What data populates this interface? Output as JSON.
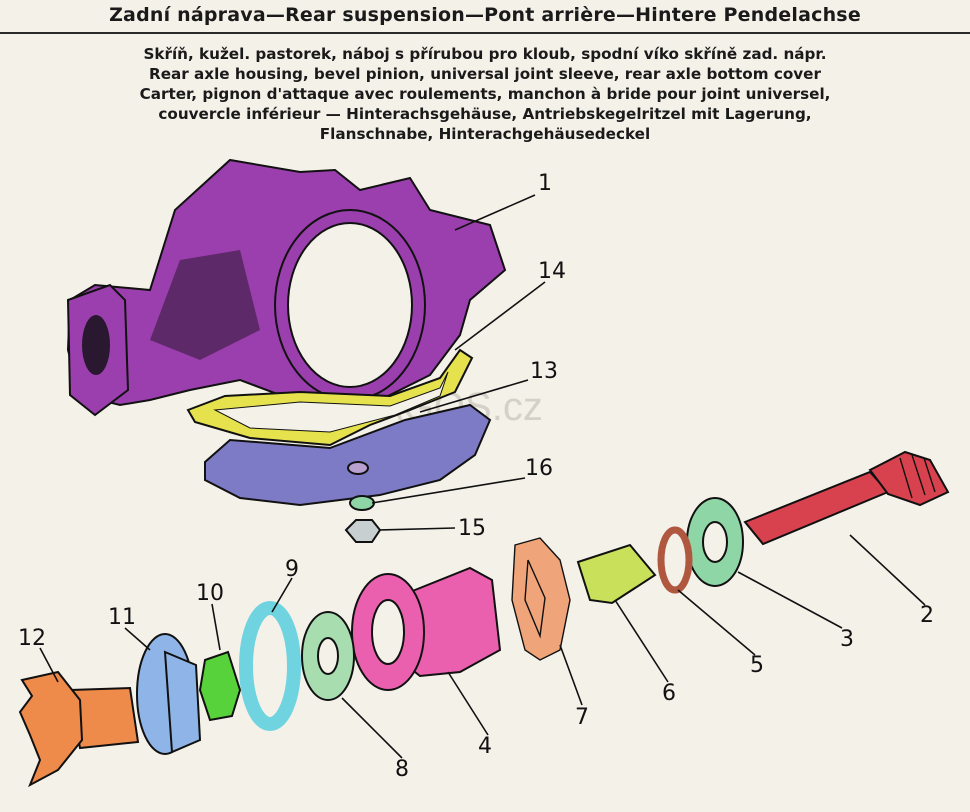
{
  "title": "Zadní náprava—Rear suspension—Pont arrière—Hintere Pendelachse",
  "subtitle_lines": [
    "Skříň, kužel. pastorek, náboj s přírubou pro kloub, spodní víko skříně zad. nápr.",
    "Rear axle housing, bevel pinion, universal joint sleeve, rear axle bottom cover",
    "Carter, pignon d'attaque avec roulements, manchon à bride pour joint universel,",
    "couvercle inférieur — Hinterachsgehäuse, Antriebskegelritzel mit Lagerung,",
    "Flanschnabe, Hinterachgehäusedeckel"
  ],
  "watermark": "www.PRAGOS.cz",
  "callouts": [
    "1",
    "2",
    "3",
    "4",
    "5",
    "6",
    "7",
    "8",
    "9",
    "10",
    "11",
    "12",
    "13",
    "14",
    "15",
    "16"
  ],
  "colors": {
    "housing": "#9b3fae",
    "cover": "#7e7bc6",
    "gasket": "#e6e24e",
    "pinion_shaft": "#d8424f",
    "bearing": "#8fd6a6",
    "ring_brown": "#b0573f",
    "spacer": "#c8e05a",
    "shim_orange": "#f0a47a",
    "sleeve_pink": "#ea5fae",
    "bearing_small": "#a8ddb0",
    "ring_cyan": "#6fd4e0",
    "ring_green": "#58d23a",
    "flange_blue": "#8fb5e8",
    "joint_orange": "#ee8a4a"
  }
}
